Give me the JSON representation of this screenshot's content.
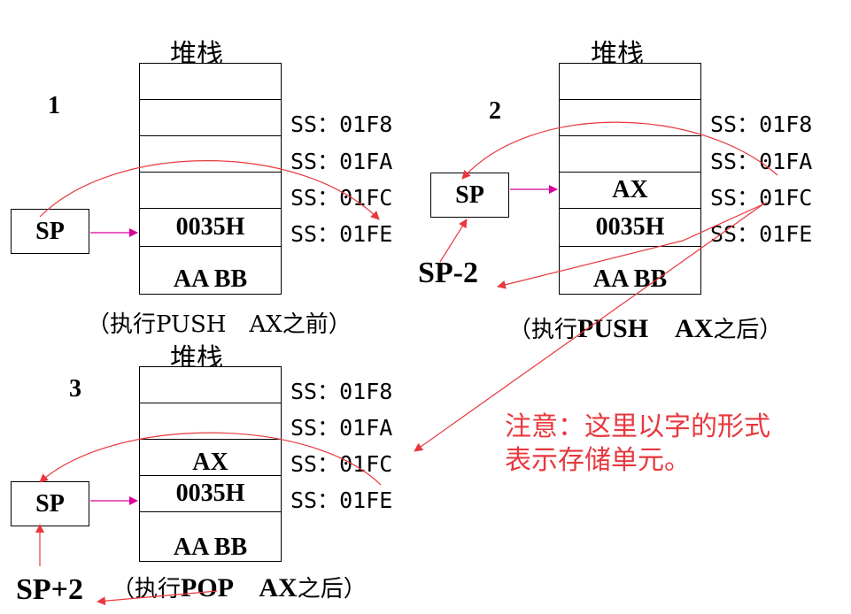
{
  "panels": [
    {
      "number": "1",
      "title": "堆栈",
      "cells": [
        "",
        "",
        "",
        "",
        "0035H",
        "AA BB"
      ],
      "addresses": [
        "SS：01F8",
        "SS：01FA",
        "SS：01FC",
        "SS：01FE"
      ],
      "sp_label": "SP",
      "caption_prefix": "（执行PUSH",
      "caption_bold": "",
      "caption_suffix": "　AX之前）"
    },
    {
      "number": "2",
      "title": "堆栈",
      "cells": [
        "",
        "",
        "",
        "AX",
        "0035H",
        "AA BB"
      ],
      "addresses": [
        "SS：01F8",
        "SS：01FA",
        "SS：01FC",
        "SS：01FE"
      ],
      "sp_label": "SP",
      "sp_change": "SP-2",
      "caption_prefix": "（执行",
      "caption_bold": "PUSH　AX",
      "caption_suffix": "之后）"
    },
    {
      "number": "3",
      "title": "堆栈",
      "cells": [
        "",
        "",
        "AX",
        "0035H",
        "AA BB"
      ],
      "addresses": [
        "SS：01F8",
        "SS：01FA",
        "SS：01FC",
        "SS：01FE"
      ],
      "sp_label": "SP",
      "sp_change": "SP+2",
      "caption_prefix": "（执行",
      "caption_bold": "POP　AX",
      "caption_suffix": "之后）"
    }
  ],
  "note": {
    "line1": "注意：这里以字的形式",
    "line2": "表示存储单元。"
  },
  "colors": {
    "pointer_arrow": "#d6009b",
    "annotation": "#e8383d"
  }
}
